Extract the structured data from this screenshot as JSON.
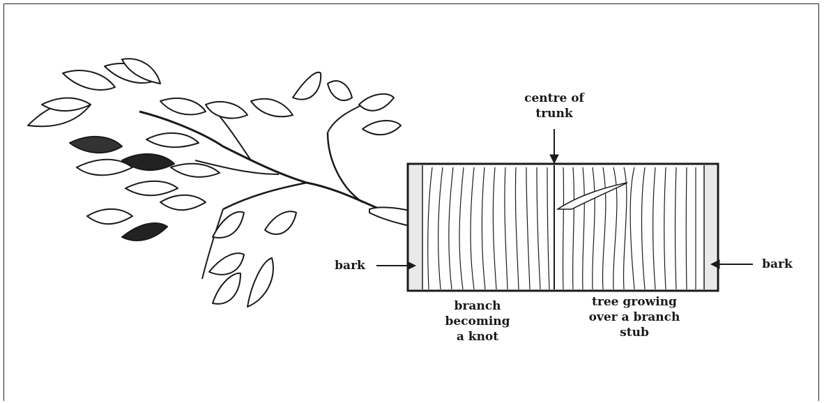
{
  "labels": {
    "centre_of_trunk": "centre of\ntrunk",
    "bark_left": "bark",
    "bark_right": "bark",
    "branch_knot": "branch\nbecoming\na knot",
    "tree_growing": "tree growing\nover a branch\nstub"
  },
  "colors": {
    "ink": "#1a1a1a",
    "paper": "#ffffff"
  }
}
